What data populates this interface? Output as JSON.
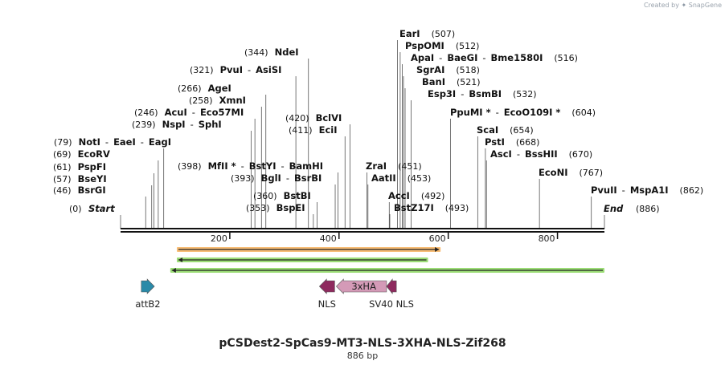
{
  "credit": {
    "prefix": "Created by",
    "brand": "SnapGene"
  },
  "sequence": {
    "title": "pCSDest2-SpCas9-MT3-NLS-3XHA-NLS-Zif268",
    "length_label": "886 bp",
    "length": 886
  },
  "ruler": {
    "ticks": [
      200,
      400,
      600,
      800
    ]
  },
  "ends": {
    "start": {
      "pos": 0,
      "label": "Start"
    },
    "end": {
      "pos": 886,
      "label": "End"
    }
  },
  "sites": [
    {
      "pos": 79,
      "names": [
        "NotI",
        "EaeI",
        "EagI"
      ]
    },
    {
      "pos": 69,
      "names": [
        "EcoRV"
      ]
    },
    {
      "pos": 61,
      "names": [
        "PspFI"
      ]
    },
    {
      "pos": 57,
      "names": [
        "BseYI"
      ]
    },
    {
      "pos": 46,
      "names": [
        "BsrGI"
      ]
    },
    {
      "pos": 246,
      "names": [
        "AcuI",
        "Eco57MI"
      ]
    },
    {
      "pos": 239,
      "names": [
        "NspI",
        "SphI"
      ]
    },
    {
      "pos": 258,
      "names": [
        "XmnI"
      ]
    },
    {
      "pos": 266,
      "names": [
        "AgeI"
      ]
    },
    {
      "pos": 321,
      "names": [
        "PvuI",
        "AsiSI"
      ]
    },
    {
      "pos": 344,
      "names": [
        "NdeI"
      ]
    },
    {
      "pos": 398,
      "names": [
        "MfII *",
        "BstYI",
        "BamHI"
      ]
    },
    {
      "pos": 393,
      "names": [
        "BglI",
        "BsrBI"
      ]
    },
    {
      "pos": 360,
      "names": [
        "BstBI"
      ]
    },
    {
      "pos": 353,
      "names": [
        "BspEI"
      ]
    },
    {
      "pos": 420,
      "names": [
        "BclVI"
      ]
    },
    {
      "pos": 411,
      "names": [
        "EciI"
      ]
    },
    {
      "pos": 507,
      "names": [
        "EarI"
      ]
    },
    {
      "pos": 512,
      "names": [
        "PspOMI"
      ]
    },
    {
      "pos": 516,
      "names": [
        "ApaI",
        "BaeGI",
        "Bme1580I"
      ]
    },
    {
      "pos": 518,
      "names": [
        "SgrAI"
      ]
    },
    {
      "pos": 521,
      "names": [
        "BanI"
      ]
    },
    {
      "pos": 532,
      "names": [
        "Esp3I",
        "BsmBI"
      ]
    },
    {
      "pos": 451,
      "names": [
        "ZraI"
      ]
    },
    {
      "pos": 453,
      "names": [
        "AatII"
      ]
    },
    {
      "pos": 492,
      "names": [
        "AccI"
      ]
    },
    {
      "pos": 493,
      "names": [
        "BstZ17I"
      ]
    },
    {
      "pos": 604,
      "names": [
        "PpuMI *",
        "EcoO109I *"
      ]
    },
    {
      "pos": 654,
      "names": [
        "ScaI"
      ]
    },
    {
      "pos": 668,
      "names": [
        "PstI"
      ]
    },
    {
      "pos": 670,
      "names": [
        "AscI",
        "BssHII"
      ]
    },
    {
      "pos": 767,
      "names": [
        "EcoNI"
      ]
    },
    {
      "pos": 862,
      "names": [
        "PvuII",
        "MspA1I"
      ]
    }
  ],
  "orfs": [
    {
      "start": 103,
      "end": 586,
      "direction": "forward",
      "color": "#f6a84a"
    },
    {
      "start": 103,
      "end": 563,
      "direction": "reverse",
      "color": "#7bd24a"
    },
    {
      "start": 91,
      "end": 886,
      "direction": "reverse",
      "color": "#7bd24a"
    }
  ],
  "features": [
    {
      "name": "attB2",
      "start": 38,
      "end": 62,
      "direction": "forward",
      "color": "#2a8aa8",
      "label_inside": false
    },
    {
      "name": "NLS",
      "start": 364,
      "end": 392,
      "direction": "reverse",
      "color": "#8e2a5e",
      "label_inside": false
    },
    {
      "name": "3XHA",
      "label": "3xHA",
      "start": 395,
      "end": 487,
      "direction": "reverse",
      "color": "#d49ab7",
      "label_inside": true
    },
    {
      "name": "SV40 NLS",
      "start": 487,
      "end": 505,
      "direction": "reverse",
      "color": "#8e2a5e",
      "label_inside": false
    }
  ]
}
